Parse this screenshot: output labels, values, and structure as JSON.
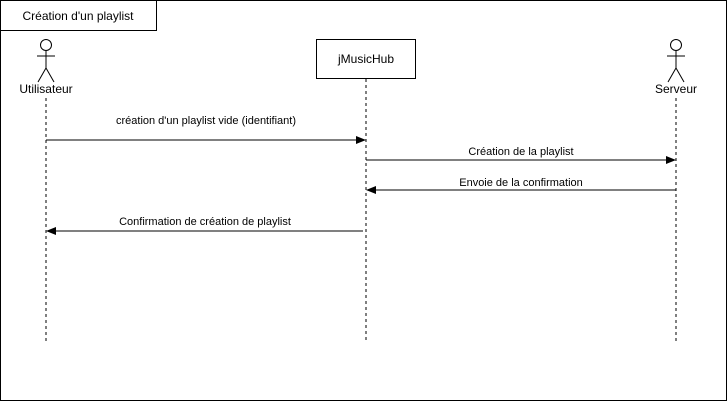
{
  "frame": {
    "title": "Création d'un playlist"
  },
  "participants": {
    "user": {
      "label": "Utilisateur",
      "kind": "actor"
    },
    "app": {
      "label": "jMusicHub",
      "kind": "object-box"
    },
    "server": {
      "label": "Serveur",
      "kind": "actor"
    }
  },
  "messages": [
    {
      "from": "user",
      "to": "app",
      "label": "création d'un playlist vide (identifiant)",
      "style": "solid"
    },
    {
      "from": "app",
      "to": "server",
      "label": "Création de la playlist",
      "style": "solid"
    },
    {
      "from": "server",
      "to": "app",
      "label": "Envoie de la confirmation",
      "style": "solid"
    },
    {
      "from": "app",
      "to": "user",
      "label": "Confirmation de création de playlist",
      "style": "solid"
    }
  ],
  "colors": {
    "stroke": "#000000",
    "background": "#ffffff"
  }
}
